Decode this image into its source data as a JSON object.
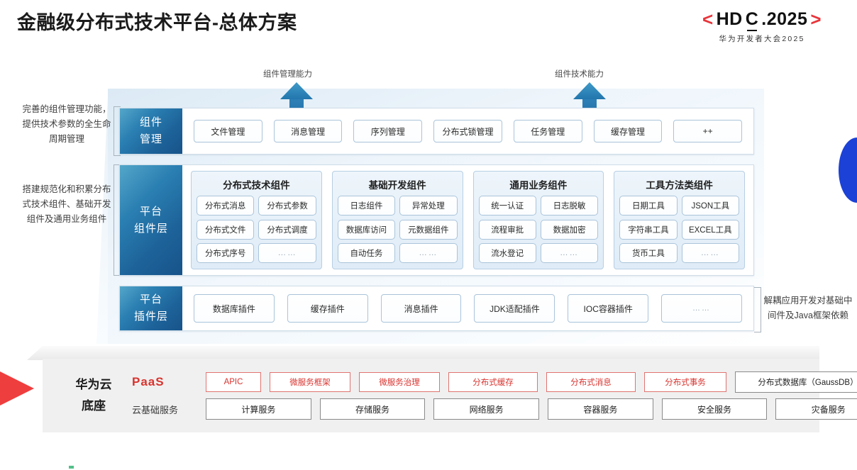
{
  "header": {
    "title": "金融级分布式技术平台-总体方案",
    "logo_bracket_left": "<",
    "logo_bracket_right": ">",
    "logo_part1": "HD",
    "logo_part2": "C",
    "logo_part3": ".2025",
    "logo_subtitle": "华为开发者大会2025"
  },
  "arrows": [
    {
      "label": "组件管理能力"
    },
    {
      "label": "组件技术能力"
    }
  ],
  "annotations": {
    "left": [
      "完善的组件管理功能，提供技术参数的全生命周期管理",
      "搭建规范化和积累分布式技术组件、基础开发组件及通用业务组件"
    ],
    "right": [
      "解耦应用开发对基础中间件及Java框架依赖"
    ]
  },
  "component_layer": {
    "label": "组件\n管理",
    "label_line1": "组件",
    "label_line2": "管理",
    "items": [
      "文件管理",
      "消息管理",
      "序列管理",
      "分布式锁管理",
      "任务管理",
      "缓存管理",
      "++"
    ]
  },
  "platform_layer": {
    "label_line1": "平台",
    "label_line2": "组件层",
    "groups": [
      {
        "title": "分布式技术组件",
        "items": [
          "分布式消息",
          "分布式参数",
          "分布式文件",
          "分布式调度",
          "分布式序号",
          "……"
        ]
      },
      {
        "title": "基础开发组件",
        "items": [
          "日志组件",
          "异常处理",
          "数据库访问",
          "元数据组件",
          "自动任务",
          "……"
        ]
      },
      {
        "title": "通用业务组件",
        "items": [
          "统一认证",
          "日志脱敏",
          "流程审批",
          "数据加密",
          "流水登记",
          "……"
        ]
      },
      {
        "title": "工具方法类组件",
        "items": [
          "日期工具",
          "JSON工具",
          "字符串工具",
          "EXCEL工具",
          "货币工具",
          "……"
        ]
      }
    ]
  },
  "plugin_layer": {
    "label_line1": "平台",
    "label_line2": "插件层",
    "items": [
      "数据库插件",
      "缓存插件",
      "消息插件",
      "JDK适配插件",
      "IOC容器插件",
      "……"
    ]
  },
  "cloud_base": {
    "title_line1": "华为云",
    "title_line2": "底座",
    "paas_label": "PaaS",
    "infra_label": "云基础服务",
    "paas_items": [
      {
        "text": "APIC",
        "style": "red"
      },
      {
        "text": "微服务框架",
        "style": "red"
      },
      {
        "text": "微服务治理",
        "style": "red"
      },
      {
        "text": "分布式缓存",
        "style": "red"
      },
      {
        "text": "分布式消息",
        "style": "red"
      },
      {
        "text": "分布式事务",
        "style": "red"
      },
      {
        "text": "分布式数据库（GaussDB）",
        "style": "neutral"
      }
    ],
    "infra_items": [
      "计算服务",
      "存储服务",
      "网络服务",
      "容器服务",
      "安全服务",
      "灾备服务"
    ]
  },
  "colors": {
    "brand_red": "#d8332e",
    "layer_blue_light": "#54a6c9",
    "layer_blue_dark": "#17538a",
    "accent_blue": "#1c41d6",
    "wedge_red": "#ef3e3e"
  }
}
